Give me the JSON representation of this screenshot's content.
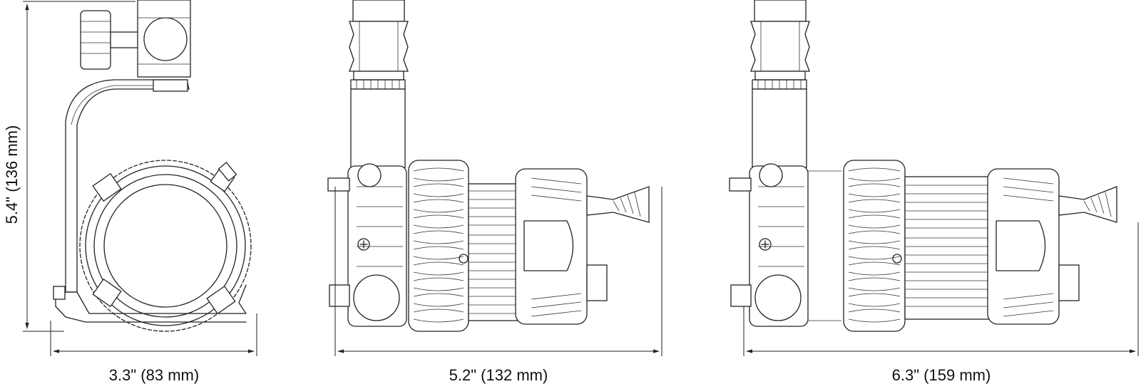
{
  "dimensions": {
    "height_label": "5.4\" (136 mm)",
    "width_front_label": "3.3\" (83 mm)",
    "length_compact_label": "5.2\" (132 mm)",
    "length_extended_label": "6.3\" (159 mm)"
  },
  "colors": {
    "line": "#222222",
    "background": "#ffffff"
  }
}
